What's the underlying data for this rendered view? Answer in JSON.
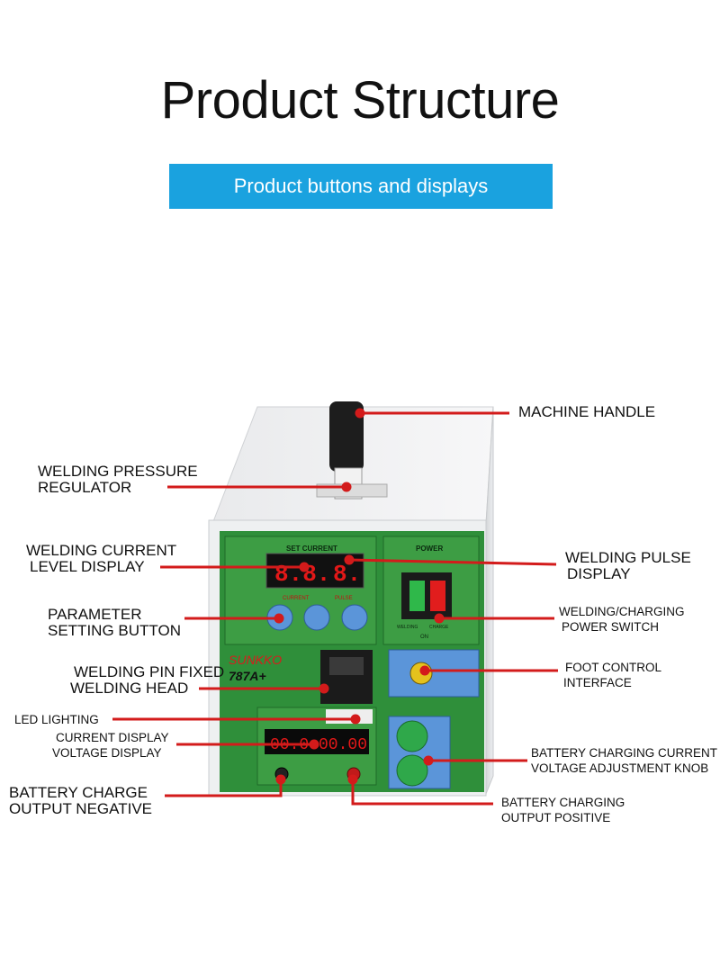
{
  "title": "Product Structure",
  "banner": "Product buttons and displays",
  "colors": {
    "banner": "#1aa2df",
    "leader": "#d31b1b",
    "panel": "#2f8f3a"
  },
  "device": {
    "brand": "SUNKKO",
    "model": "787A+",
    "set_current": "SET CURRENT",
    "power": "POWER",
    "current_tag": "CURRENT",
    "pulse_tag": "PULSE",
    "on": "ON",
    "switch_left": "WELDING",
    "switch_right": "CHARGE"
  },
  "callouts": {
    "machine_handle": [
      "MACHINE HANDLE"
    ],
    "pressure": [
      "WELDING PRESSURE",
      "REGULATOR"
    ],
    "current_level": [
      "WELDING CURRENT",
      "LEVEL DISPLAY"
    ],
    "pulse": [
      "WELDING PULSE",
      "DISPLAY"
    ],
    "param": [
      "PARAMETER",
      "SETTING BUTTON"
    ],
    "power_switch": [
      "WELDING/CHARGING",
      "POWER SWITCH"
    ],
    "pin_head": [
      "WELDING PIN FIXED",
      "WELDING HEAD"
    ],
    "foot": [
      "FOOT CONTROL",
      "INTERFACE"
    ],
    "led": [
      "LED LIGHTING"
    ],
    "cv_display": [
      "CURRENT DISPLAY",
      "VOLTAGE DISPLAY"
    ],
    "knob": [
      "BATTERY CHARGING CURRENT",
      "VOLTAGE ADJUSTMENT KNOB"
    ],
    "negative": [
      "BATTERY CHARGE",
      "OUTPUT NEGATIVE"
    ],
    "positive": [
      "BATTERY CHARGING",
      "OUTPUT POSITIVE"
    ]
  }
}
